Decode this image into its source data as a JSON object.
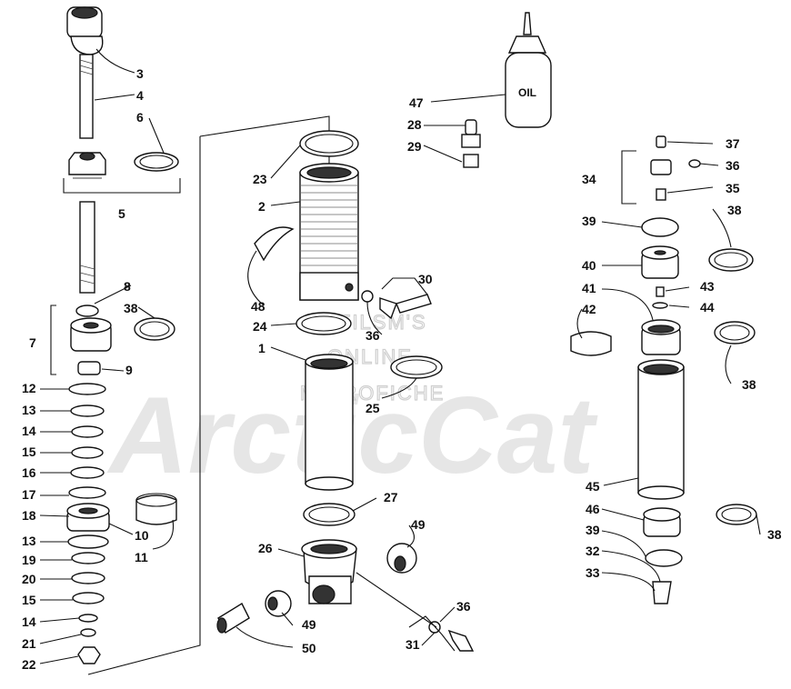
{
  "watermark": {
    "brand": "ArcticCat",
    "site_lines": [
      "FILSM'S",
      "ONLINE",
      "MICROFICHE"
    ]
  },
  "oil_bottle_text": "OIL",
  "callouts": [
    {
      "id": "c3",
      "text": "3"
    },
    {
      "id": "c4",
      "text": "4"
    },
    {
      "id": "c6",
      "text": "6"
    },
    {
      "id": "c5",
      "text": "5"
    },
    {
      "id": "c8",
      "text": "8"
    },
    {
      "id": "c38a",
      "text": "38"
    },
    {
      "id": "c7",
      "text": "7"
    },
    {
      "id": "c9",
      "text": "9"
    },
    {
      "id": "c12",
      "text": "12"
    },
    {
      "id": "c13a",
      "text": "13"
    },
    {
      "id": "c14a",
      "text": "14"
    },
    {
      "id": "c15a",
      "text": "15"
    },
    {
      "id": "c16",
      "text": "16"
    },
    {
      "id": "c17",
      "text": "17"
    },
    {
      "id": "c18",
      "text": "18"
    },
    {
      "id": "c10",
      "text": "10"
    },
    {
      "id": "c11",
      "text": "11"
    },
    {
      "id": "c13b",
      "text": "13"
    },
    {
      "id": "c19",
      "text": "19"
    },
    {
      "id": "c20",
      "text": "20"
    },
    {
      "id": "c15b",
      "text": "15"
    },
    {
      "id": "c14b",
      "text": "14"
    },
    {
      "id": "c21",
      "text": "21"
    },
    {
      "id": "c22",
      "text": "22"
    },
    {
      "id": "c23",
      "text": "23"
    },
    {
      "id": "c2",
      "text": "2"
    },
    {
      "id": "c48",
      "text": "48"
    },
    {
      "id": "c24",
      "text": "24"
    },
    {
      "id": "c1",
      "text": "1"
    },
    {
      "id": "c36a",
      "text": "36"
    },
    {
      "id": "c30",
      "text": "30"
    },
    {
      "id": "c25",
      "text": "25"
    },
    {
      "id": "c27",
      "text": "27"
    },
    {
      "id": "c26",
      "text": "26"
    },
    {
      "id": "c49a",
      "text": "49"
    },
    {
      "id": "c49b",
      "text": "49"
    },
    {
      "id": "c50",
      "text": "50"
    },
    {
      "id": "c47",
      "text": "47"
    },
    {
      "id": "c28",
      "text": "28"
    },
    {
      "id": "c29",
      "text": "29"
    },
    {
      "id": "c36b",
      "text": "36"
    },
    {
      "id": "c31",
      "text": "31"
    },
    {
      "id": "c37",
      "text": "37"
    },
    {
      "id": "c36c",
      "text": "36"
    },
    {
      "id": "c34",
      "text": "34"
    },
    {
      "id": "c35",
      "text": "35"
    },
    {
      "id": "c39a",
      "text": "39"
    },
    {
      "id": "c38b",
      "text": "38"
    },
    {
      "id": "c40",
      "text": "40"
    },
    {
      "id": "c41",
      "text": "41"
    },
    {
      "id": "c43",
      "text": "43"
    },
    {
      "id": "c44",
      "text": "44"
    },
    {
      "id": "c42",
      "text": "42"
    },
    {
      "id": "c38c",
      "text": "38"
    },
    {
      "id": "c45",
      "text": "45"
    },
    {
      "id": "c46",
      "text": "46"
    },
    {
      "id": "c38d",
      "text": "38"
    },
    {
      "id": "c39b",
      "text": "39"
    },
    {
      "id": "c32",
      "text": "32"
    },
    {
      "id": "c33",
      "text": "33"
    }
  ]
}
